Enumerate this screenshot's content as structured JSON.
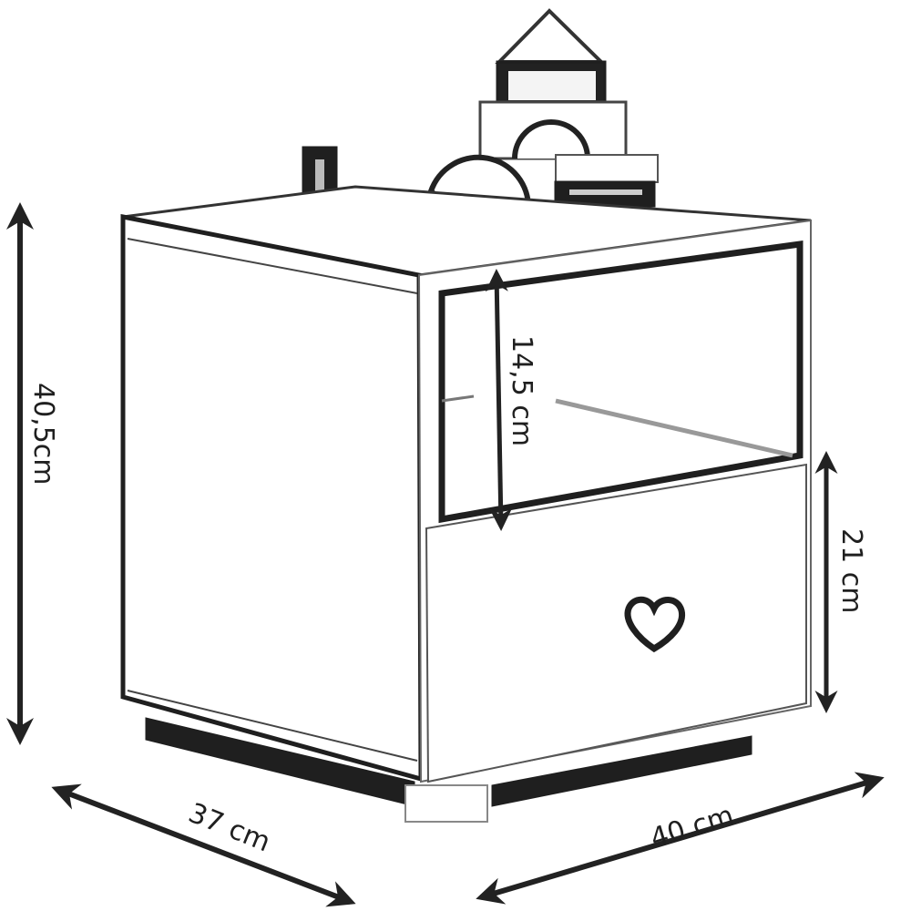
{
  "diagram": {
    "subject": "nightstand with open shelf and drawer",
    "colors": {
      "ink": "#1f1f1f",
      "background": "#ffffff",
      "shade": "#6b6b6b"
    },
    "dimensions": {
      "height": {
        "label": "40,5cm",
        "orientation": "vertical"
      },
      "shelf_height": {
        "label": "14,5 cm",
        "orientation": "vertical"
      },
      "drawer_height": {
        "label": "21 cm",
        "orientation": "vertical"
      },
      "depth": {
        "label": "37 cm",
        "orientation": "diagonal-left"
      },
      "width": {
        "label": "40 cm",
        "orientation": "diagonal-right"
      }
    },
    "decorations": {
      "toy_blocks": "toy-blocks-on-top",
      "drawer_handle": "heart-shaped-cutout"
    }
  }
}
